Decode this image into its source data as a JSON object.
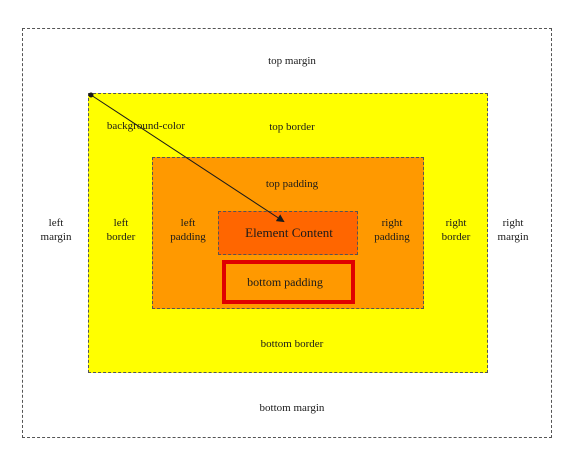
{
  "labels": {
    "top_margin": "top margin",
    "bottom_margin": "bottom margin",
    "left_margin": [
      "left",
      "margin"
    ],
    "right_margin": [
      "right",
      "margin"
    ],
    "top_border": "top border",
    "bottom_border": "bottom border",
    "left_border": [
      "left",
      "border"
    ],
    "right_border": [
      "right",
      "border"
    ],
    "top_padding": "top padding",
    "left_padding": [
      "left",
      "padding"
    ],
    "right_padding": [
      "right",
      "padding"
    ],
    "element_content": "Element Content",
    "bottom_padding": "bottom padding",
    "background_color": "background-color"
  },
  "colors": {
    "margin": "#ffffff",
    "border": "#ffff00",
    "padding": "#ff9900",
    "content": "#ff6600",
    "highlight": "#e00000"
  }
}
